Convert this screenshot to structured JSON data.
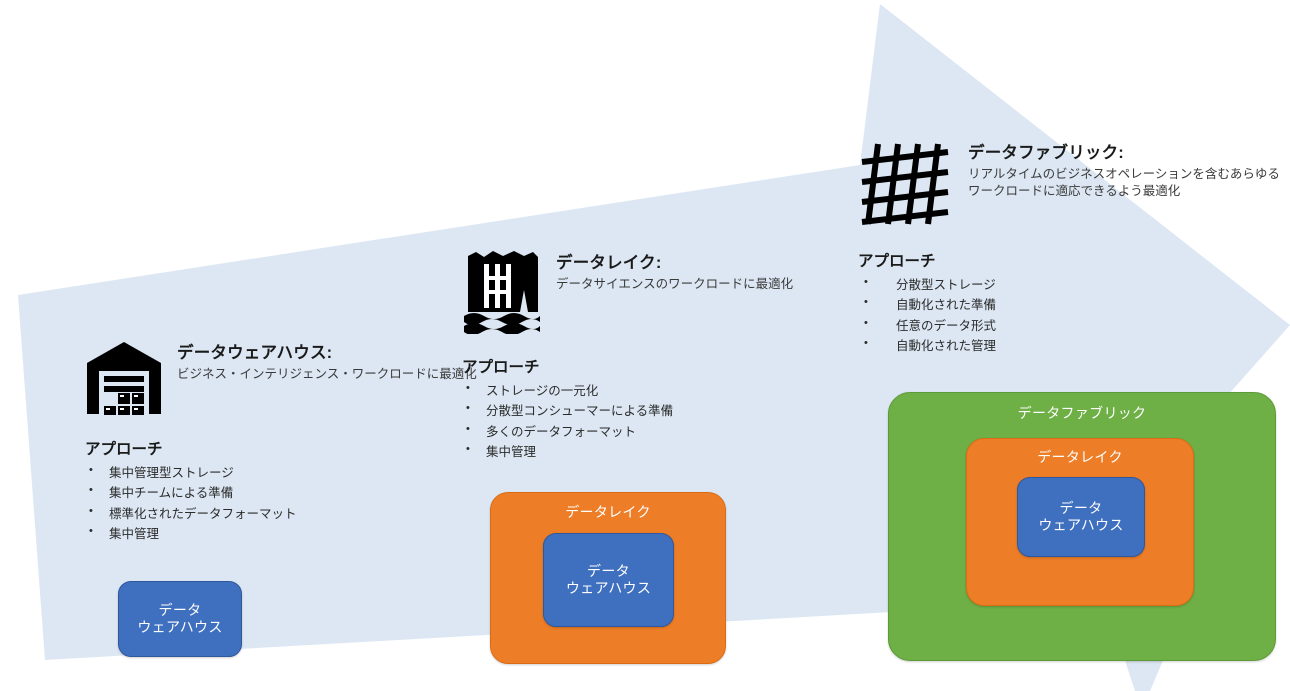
{
  "diagram": {
    "background_shape": "right-pointing-arrow",
    "colors": {
      "arrow_fill": "#dce7f3",
      "warehouse_blue": "#3f6fbf",
      "lake_orange": "#ed7d26",
      "fabric_green": "#6eaf46",
      "icon_black": "#000000",
      "text_dark": "#1a1a1a"
    }
  },
  "sections": [
    {
      "id": "data-warehouse",
      "icon": "warehouse-icon",
      "title": "データウェアハウス:",
      "subtitle_lines": [
        "ビジネス・インテリジェンス・ワークロードに最適化"
      ],
      "approach_label": "アプローチ",
      "bullets": [
        "集中管理型ストレージ",
        "集中チームによる準備",
        "標準化されたデータフォーマット",
        "集中管理"
      ]
    },
    {
      "id": "data-lake",
      "icon": "waterfall-icon",
      "title": "データレイク:",
      "subtitle_lines": [
        "データサイエンスのワークロードに最適化"
      ],
      "approach_label": "アプローチ",
      "bullets": [
        "ストレージの一元化",
        "分散型コンシューマーによる準備",
        "多くのデータフォーマット",
        "集中管理"
      ]
    },
    {
      "id": "data-fabric",
      "icon": "mesh-grid-icon",
      "title": "データファブリック:",
      "subtitle_lines": [
        "リアルタイムのビジネスオペレーションを含むあらゆる",
        "ワークロードに適応できるよう最適化"
      ],
      "approach_label": "アプローチ",
      "bullets": [
        "分散型ストレージ",
        "自動化された準備",
        "任意のデータ形式",
        "自動化された管理"
      ]
    }
  ],
  "stack_diagrams": [
    {
      "id": "stage-1",
      "layers": [
        {
          "level": "warehouse",
          "label": "データ\nウェアハウス"
        }
      ]
    },
    {
      "id": "stage-2",
      "layers": [
        {
          "level": "lake",
          "label": "データレイク"
        },
        {
          "level": "warehouse",
          "label": "データ\nウェアハウス"
        }
      ]
    },
    {
      "id": "stage-3",
      "layers": [
        {
          "level": "fabric",
          "label": "データファブリック"
        },
        {
          "level": "lake",
          "label": "データレイク"
        },
        {
          "level": "warehouse",
          "label": "データ\nウェアハウス"
        }
      ]
    }
  ]
}
